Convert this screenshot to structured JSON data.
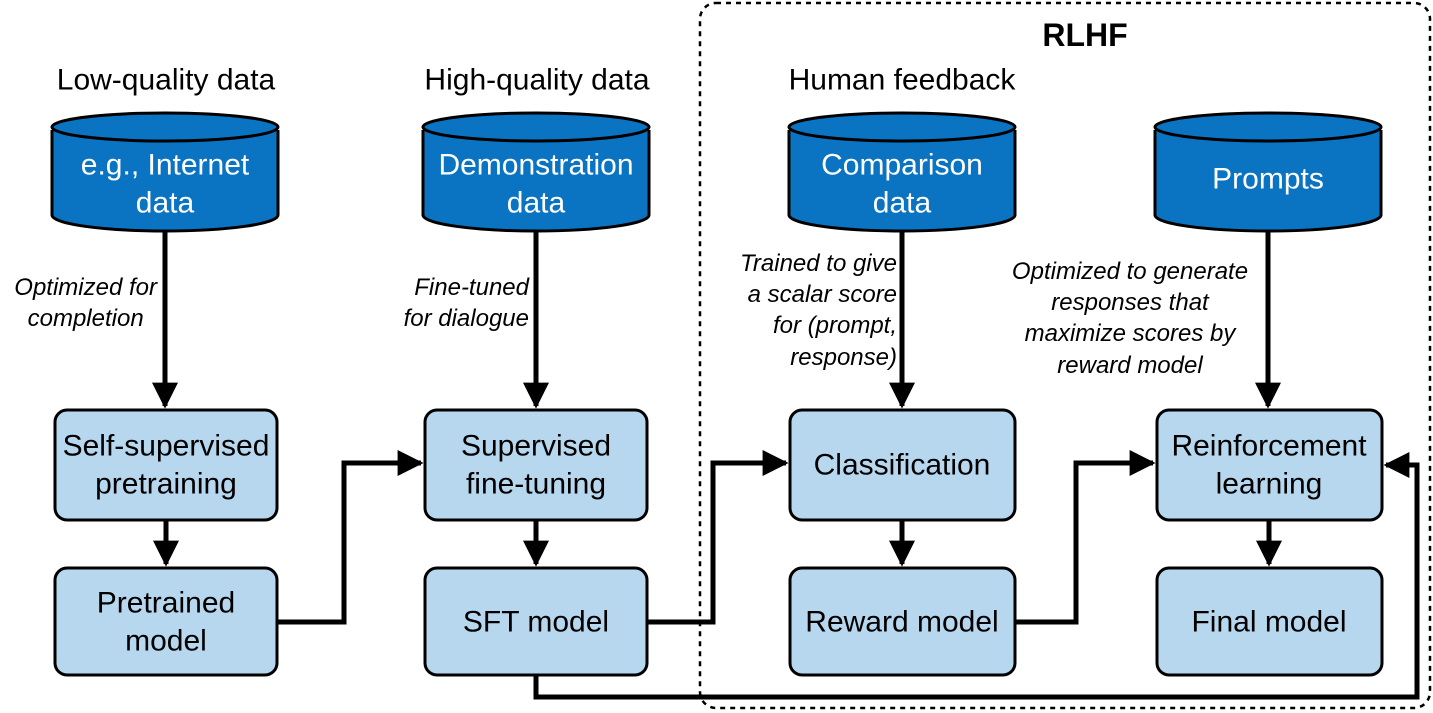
{
  "colors": {
    "cylinder_fill": "#0a73c2",
    "cylinder_top": "#055fa6",
    "box_fill": "#b7d7ee",
    "stroke": "#000000"
  },
  "rlhf": {
    "title": "RLHF"
  },
  "columns": [
    {
      "heading": "Low-quality data",
      "source": [
        "e.g., Internet",
        "data"
      ],
      "note": [
        "Optimized for",
        "completion"
      ],
      "process": [
        "Self-supervised",
        "pretraining"
      ],
      "output": [
        "Pretrained",
        "model"
      ]
    },
    {
      "heading": "High-quality data",
      "source": [
        "Demonstration",
        "data"
      ],
      "note": [
        "Fine-tuned",
        "for dialogue"
      ],
      "process": [
        "Supervised",
        "fine-tuning"
      ],
      "output": [
        "SFT model"
      ]
    },
    {
      "heading": "Human feedback",
      "source": [
        "Comparison",
        "data"
      ],
      "note": [
        "Trained to give",
        "a scalar score",
        "for (prompt,",
        "response)"
      ],
      "process": [
        "Classification"
      ],
      "output": [
        "Reward model"
      ]
    },
    {
      "heading": "",
      "source": [
        "Prompts"
      ],
      "note": [
        "Optimized to generate",
        "responses that",
        "maximize scores by",
        "reward model"
      ],
      "process": [
        "Reinforcement",
        "learning"
      ],
      "output": [
        "Final model"
      ]
    }
  ]
}
